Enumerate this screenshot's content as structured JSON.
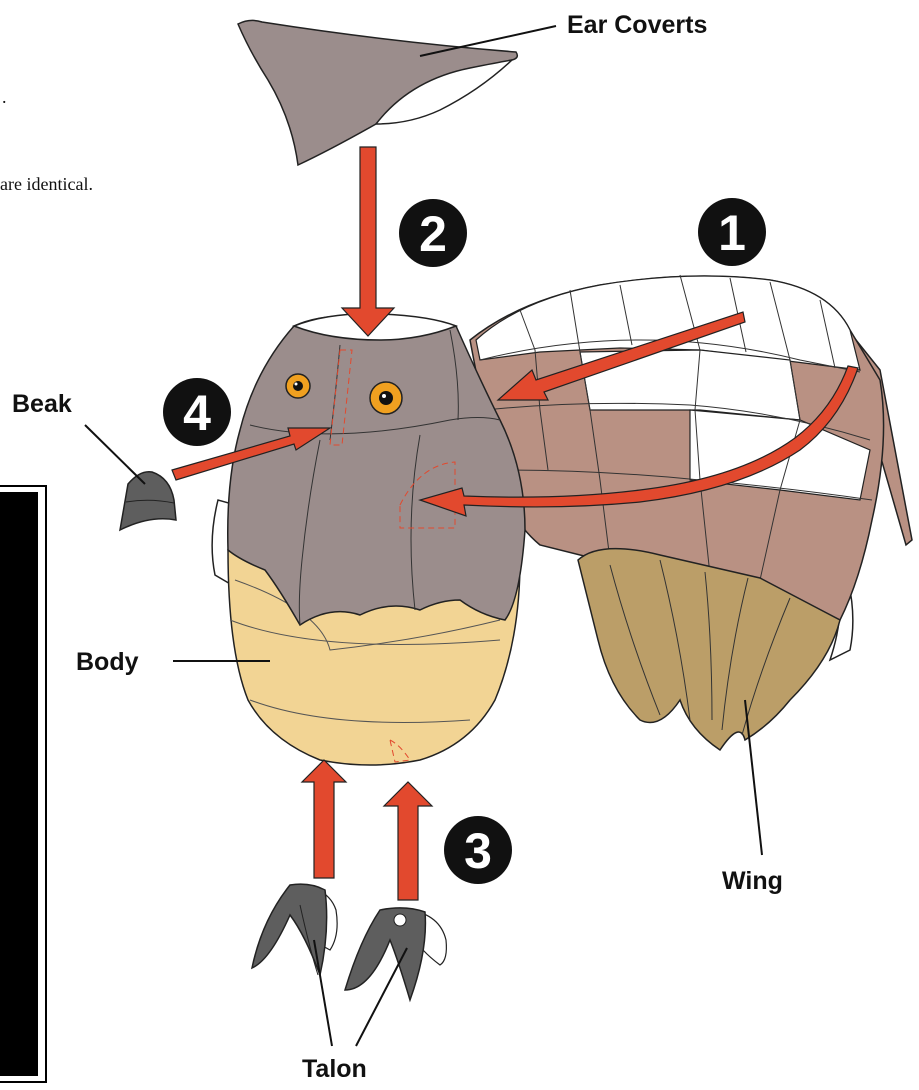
{
  "labels": {
    "ear_coverts": "Ear Coverts",
    "beak": "Beak",
    "body": "Body",
    "wing": "Wing",
    "talon": "Talon"
  },
  "fragments": {
    "text_edge_1": ".",
    "text_edge_2": "are identical."
  },
  "steps": [
    "1",
    "2",
    "3",
    "4"
  ],
  "colors": {
    "arrow_red": "#e2492e",
    "head_gray": "#9b8d8c",
    "belly_tan": "#f2d494",
    "wing_brown": "#b99183",
    "primaries_olive": "#bb9e68",
    "beak_gray": "#5e5e5e",
    "eye_orange": "#f0a020",
    "step_badge": "#111111"
  }
}
